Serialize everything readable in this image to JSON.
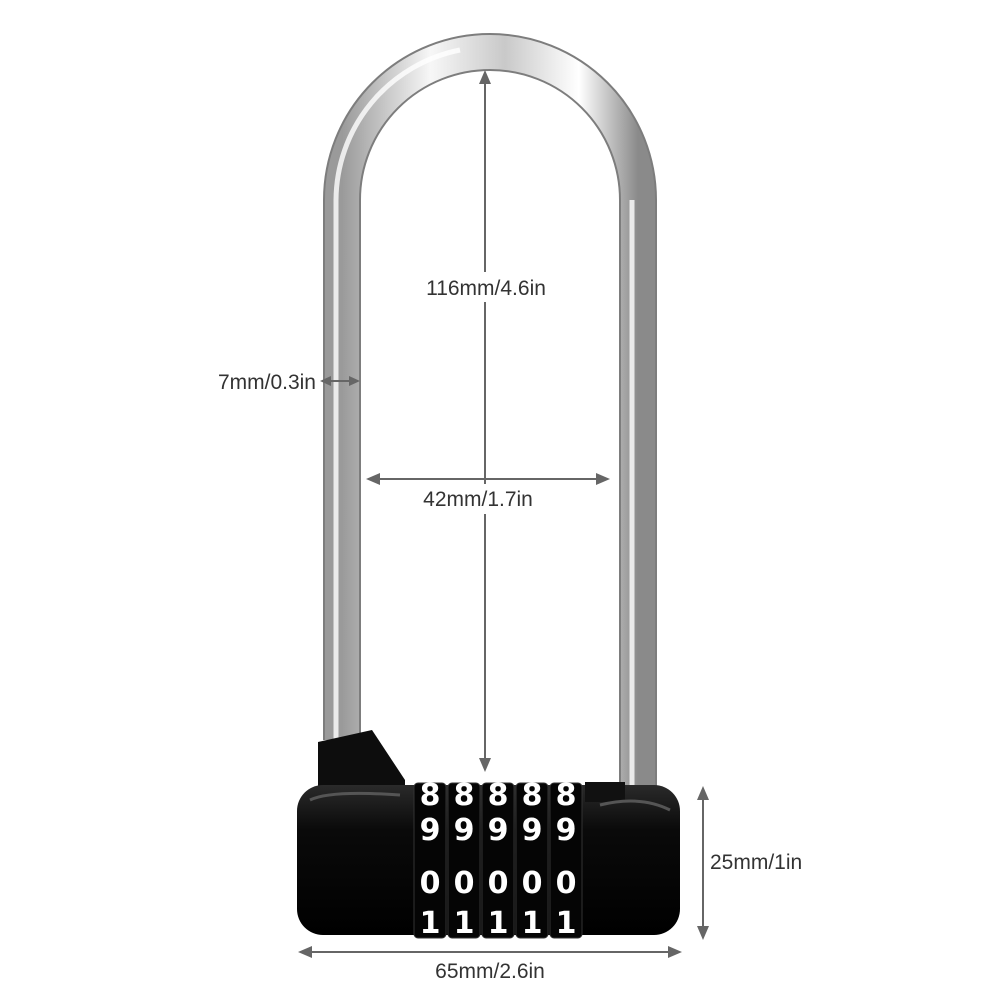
{
  "dimensions": {
    "shackle_height": "116mm/4.6in",
    "shackle_diameter": "7mm/0.3in",
    "inner_width": "42mm/1.7in",
    "body_height": "25mm/1in",
    "body_width": "65mm/2.6in"
  },
  "dials": {
    "rows": [
      [
        "8",
        "8",
        "8",
        "8",
        "8"
      ],
      [
        "9",
        "9",
        "9",
        "9",
        "9"
      ],
      [
        "0",
        "0",
        "0",
        "0",
        "0"
      ],
      [
        "1",
        "1",
        "1",
        "1",
        "1"
      ]
    ]
  },
  "colors": {
    "body": "#0b0b0b",
    "shackle": "#d8d8d8",
    "dimension_line": "#666666",
    "text": "#333333"
  }
}
